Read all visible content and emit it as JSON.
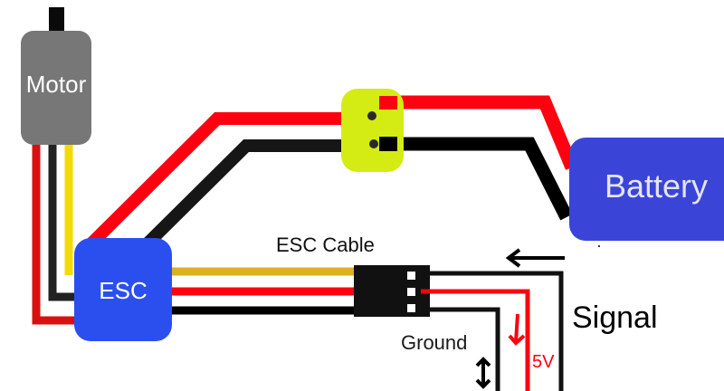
{
  "components": {
    "motor": {
      "label": "Motor",
      "color": "#777777"
    },
    "esc": {
      "label": "ESC",
      "color": "#2b4fef"
    },
    "battery": {
      "label": "Battery",
      "color": "#3a45d8"
    },
    "connector": {
      "color": "#d4ec14"
    },
    "plug": {
      "color": "#111111"
    }
  },
  "labels": {
    "esc_cable": "ESC Cable",
    "signal": "Signal",
    "ground": "Ground",
    "five_volt": "5V"
  },
  "wire_colors": {
    "red": "#ff0010",
    "black": "#111111",
    "yellow": "#f2dc00",
    "signal": "#dcb020",
    "motor_red": "#d81010"
  }
}
